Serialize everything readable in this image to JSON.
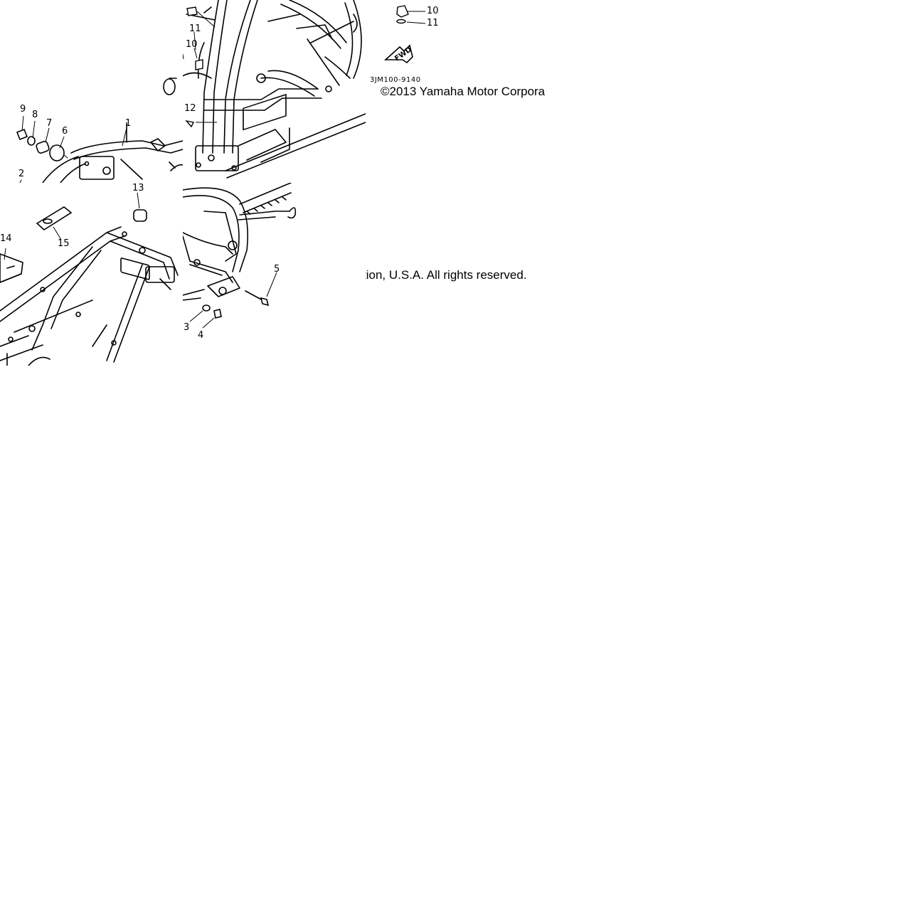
{
  "diagram": {
    "drawing_code": "3JM100-9140",
    "fwd_arrow_label": "FWD",
    "copyright_part1": "©2013 Yamaha Motor Corpora",
    "copyright_part2": "tion, U.S.A. All rights reserved.",
    "callouts": {
      "c1": "1",
      "c2": "2",
      "c3": "3",
      "c4": "4",
      "c5": "5",
      "c6": "6",
      "c7": "7",
      "c8": "8",
      "c9": "9",
      "c10a": "10",
      "c10b": "10",
      "c11a": "11",
      "c11b": "11",
      "c12": "12",
      "c13": "13",
      "c14": "14",
      "c15": "15"
    }
  }
}
